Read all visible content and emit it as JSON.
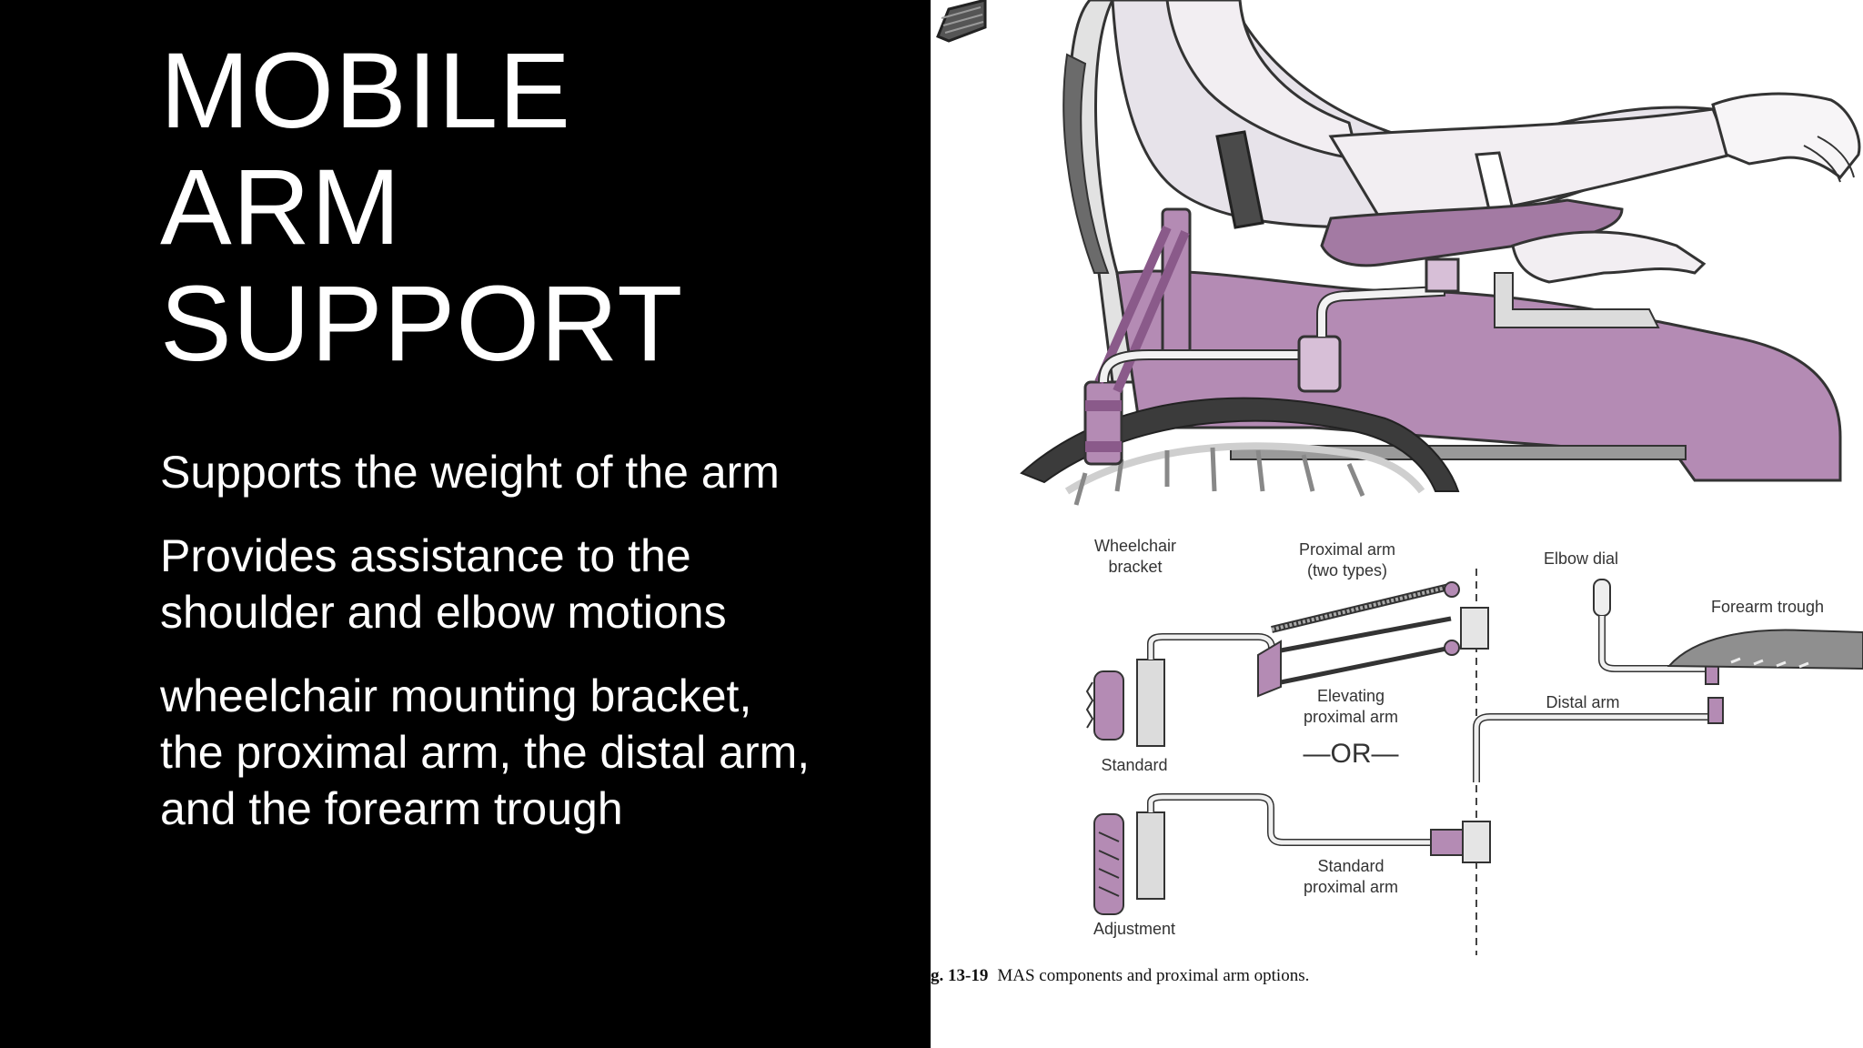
{
  "slide": {
    "title_lines": [
      "MOBILE",
      "ARM",
      "SUPPORT"
    ],
    "bullets": [
      "Supports the weight of the arm",
      "Provides assistance to the shoulder and elbow motions",
      "wheelchair mounting bracket, the proximal arm, the distal arm, and the forearm trough"
    ]
  },
  "figure": {
    "labels": {
      "wheelchair_bracket": [
        "Wheelchair",
        "bracket"
      ],
      "proximal_arm": [
        "Proximal arm",
        "(two types)"
      ],
      "elbow_dial": "Elbow dial",
      "forearm_trough": "Forearm trough",
      "elevating_proximal_arm": [
        "Elevating",
        "proximal arm"
      ],
      "distal_arm": "Distal arm",
      "standard": "Standard",
      "or": "—OR—",
      "standard_proximal_arm": [
        "Standard",
        "proximal arm"
      ],
      "adjustment": "Adjustment"
    },
    "caption_number": "g. 13-19",
    "caption_text": "MAS components and proximal arm options."
  },
  "colors": {
    "background_left": "#000000",
    "text_left": "#ffffff",
    "purple_main": "#b48bb4",
    "purple_dark": "#8a5a8a",
    "purple_light": "#d7bfd7",
    "figure_label": "#333333"
  }
}
